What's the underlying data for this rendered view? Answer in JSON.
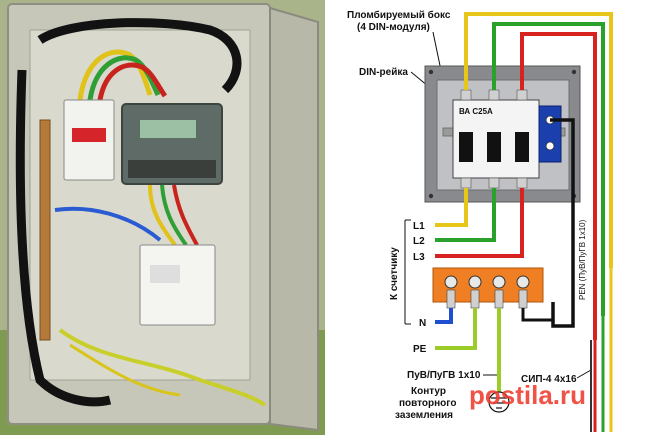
{
  "diagram": {
    "box_title_line1": "Пломбируемый бокс",
    "box_title_line2": "(4 DIN-модуля)",
    "din_rail_label": "DIN-рейка",
    "breaker_label": "ВА С25А",
    "pen_cable_label": "PEN (ПуВ/ПуГВ 1х10)",
    "meter_label": "К счетчику",
    "phase_labels": [
      "L1",
      "L2",
      "L3"
    ],
    "neutral_label": "N",
    "pe_label": "PE",
    "pe_cable_label": "ПуВ/ПуГВ 1х10",
    "sip_label": "СИП-4 4х16",
    "grounding_line1": "Контур",
    "grounding_line2": "повторного",
    "grounding_line3": "заземления"
  },
  "watermark": {
    "text": "postila.ru"
  },
  "colors": {
    "phase_l1": "#e6c619",
    "phase_l2": "#2aa12a",
    "phase_l3": "#d8221f",
    "neutral": "#1f4fd0",
    "pen": "#111111",
    "pe_bus": "#ef7f22",
    "watermark": "#ef3b2c"
  }
}
